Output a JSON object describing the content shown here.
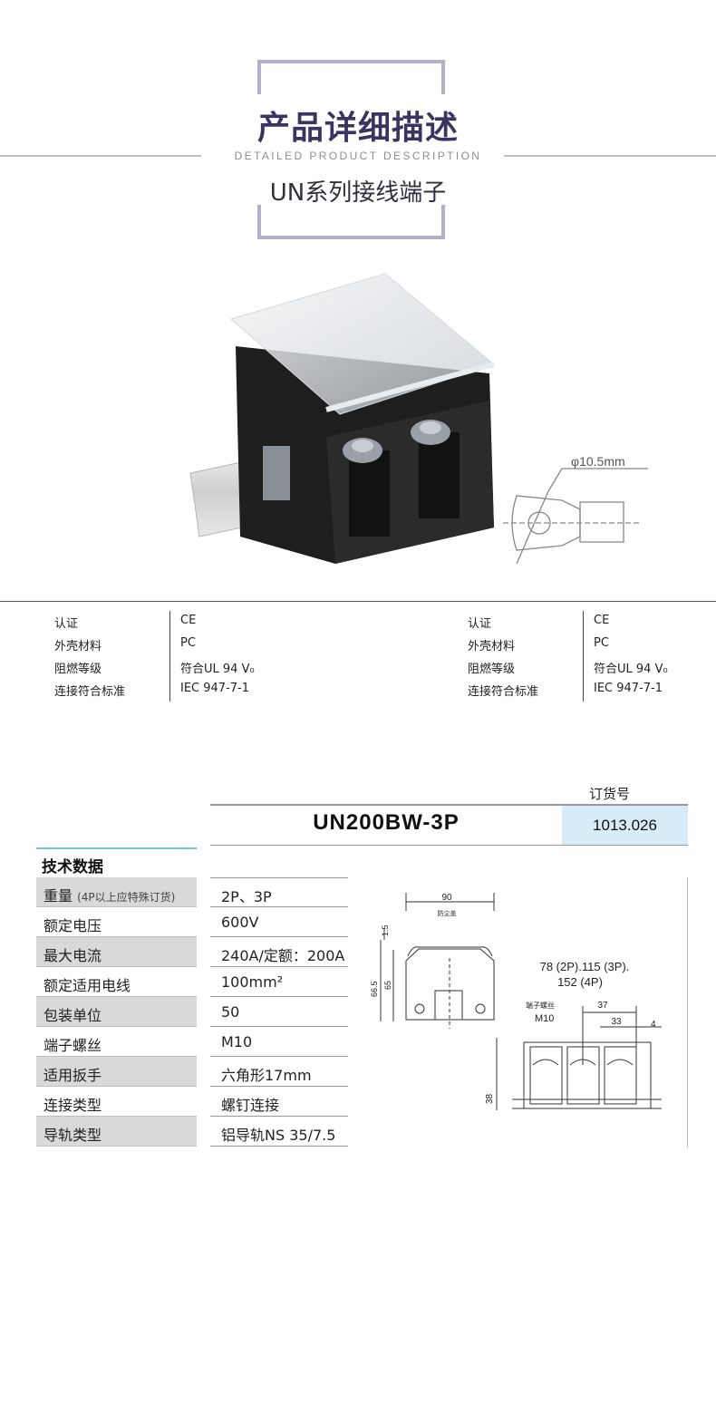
{
  "header": {
    "title": "产品详细描述",
    "subtitle": "DETAILED PRODUCT DESCRIPTION",
    "series": "UN系列接线端子"
  },
  "product_image": {
    "dimension_label": "φ10.5mm"
  },
  "certifications": [
    {
      "rows": [
        {
          "key": "认证",
          "value": "CE"
        },
        {
          "key": "外壳材料",
          "value": "PC"
        },
        {
          "key": "阻燃等级",
          "value": "符合UL 94 V₀"
        },
        {
          "key": "连接符合标准",
          "value": "IEC 947-7-1"
        }
      ]
    },
    {
      "rows": [
        {
          "key": "认证",
          "value": "CE"
        },
        {
          "key": "外壳材料",
          "value": "PC"
        },
        {
          "key": "阻燃等级",
          "value": "符合UL 94 V₀"
        },
        {
          "key": "连接符合标准",
          "value": "IEC 947-7-1"
        }
      ]
    }
  ],
  "spec": {
    "order_label": "订货号",
    "model": "UN200BW-3P",
    "order_number": "1013.026",
    "tech_title": "技术数据",
    "rows": [
      {
        "key": "重量",
        "note": "(4P以上应特殊订货)",
        "value": "2P、3P"
      },
      {
        "key": "额定电压",
        "note": "",
        "value": "600V"
      },
      {
        "key": "最大电流",
        "note": "",
        "value": "240A/定额：200A"
      },
      {
        "key": "额定适用电线",
        "note": "",
        "value": "100mm²"
      },
      {
        "key": "包装单位",
        "note": "",
        "value": "50"
      },
      {
        "key": "端子螺丝",
        "note": "",
        "value": "M10"
      },
      {
        "key": "适用扳手",
        "note": "",
        "value": "六角形17mm"
      },
      {
        "key": "连接类型",
        "note": "",
        "value": "螺钉连接"
      },
      {
        "key": "导轨类型",
        "note": "",
        "value": "铝导轨NS 35/7.5"
      }
    ]
  },
  "drawing": {
    "width_label": "90",
    "cover_label": "防尘盖",
    "dim_15": "1.5",
    "dim_665": "66.5",
    "dim_65": "65",
    "length_label_1": "78 (2P).115 (3P).",
    "length_label_2": "152 (4P)",
    "screw_label": "端子螺丝",
    "screw_size": "M10",
    "dim_37": "37",
    "dim_33": "33",
    "dim_4": "4",
    "dim_38": "38"
  }
}
